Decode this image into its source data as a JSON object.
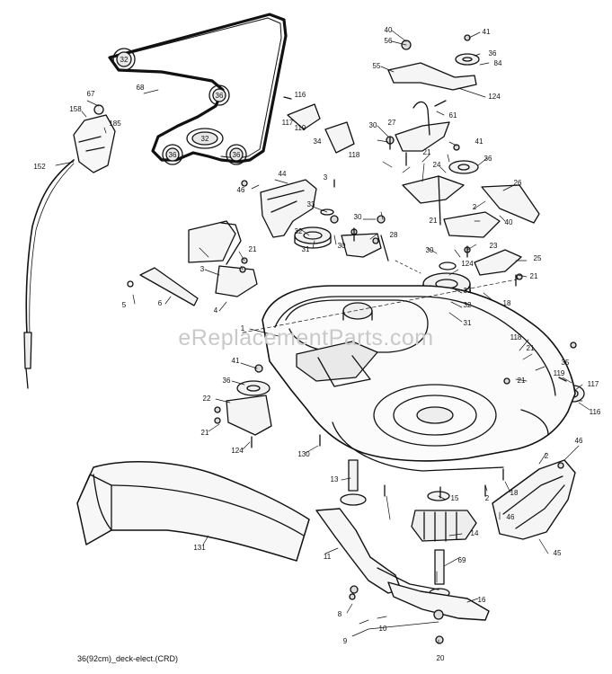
{
  "watermark": "eReplacementParts.com",
  "caption": "36(92cm)_deck-elect.(CRD)",
  "part_labels": [
    "40",
    "56",
    "41",
    "36",
    "84",
    "55",
    "124",
    "116",
    "117",
    "119",
    "61",
    "67",
    "158",
    "185",
    "68",
    "152",
    "30",
    "27",
    "21",
    "24",
    "41",
    "36",
    "34",
    "118",
    "46",
    "44",
    "33",
    "30",
    "26",
    "2",
    "40",
    "21",
    "23",
    "25",
    "21",
    "18",
    "32",
    "31",
    "30",
    "28",
    "3",
    "21",
    "5",
    "6",
    "4",
    "1",
    "30",
    "124",
    "33",
    "32",
    "31",
    "118",
    "21",
    "35",
    "21",
    "119",
    "117",
    "116",
    "41",
    "36",
    "22",
    "21",
    "124",
    "130",
    "46",
    "2",
    "13",
    "15",
    "2",
    "18",
    "46",
    "45",
    "131",
    "11",
    "14",
    "69",
    "16",
    "8",
    "10",
    "9",
    "20",
    "3"
  ],
  "belt_labels": [
    "32",
    "36",
    "32",
    "36",
    "36"
  ],
  "icons": [
    "drive-belt-icon",
    "deck-housing-icon",
    "blade-icon",
    "discharge-chute-icon",
    "pulley-icon",
    "bracket-icon",
    "bolt-icon",
    "spindle-icon",
    "cable-icon"
  ]
}
